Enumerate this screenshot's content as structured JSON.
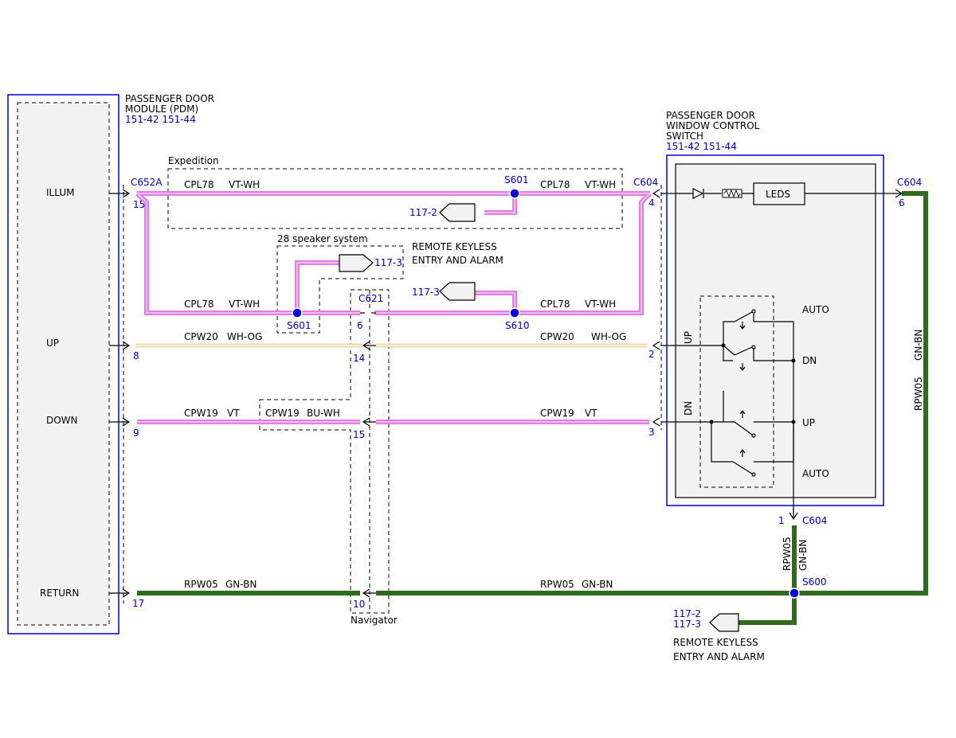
{
  "modules": {
    "pdm": {
      "title1": "PASSENGER DOOR",
      "title2": "MODULE (PDM)",
      "ref": "151-42  151-44"
    },
    "switch": {
      "title1": "PASSENGER DOOR",
      "title2": "WINDOW CONTROL",
      "title3": "SWITCH",
      "ref": "151-42  151-44",
      "leds": "LEDS"
    }
  },
  "pins": {
    "illum": "ILLUM",
    "up": "UP",
    "down": "DOWN",
    "return": "RETURN"
  },
  "connectors": {
    "c652a": "C652A",
    "c604_left": "C604",
    "c604_right": "C604",
    "c604_bottom": "C604",
    "c621": "C621",
    "p15": "15",
    "p8": "8",
    "p9": "9",
    "p17": "17",
    "p4": "4",
    "p2": "2",
    "p3": "3",
    "p6r": "6",
    "p1": "1",
    "p6": "6",
    "p14": "14",
    "p15b": "15",
    "p10": "10"
  },
  "options": {
    "expedition": "Expedition",
    "speaker": "28 speaker system",
    "navigator": "Navigator"
  },
  "wires": {
    "cpl78": "CPL78",
    "vtwh": "VT-WH",
    "cpw20": "CPW20",
    "whog": "WH-OG",
    "cpw19": "CPW19",
    "vt": "VT",
    "buwh": "BU-WH",
    "rpw05": "RPW05",
    "gnbn": "GN-BN"
  },
  "splices": {
    "s601a": "S601",
    "s601b": "S601",
    "s610": "S610",
    "s600": "S600"
  },
  "refs": {
    "r1172": "117-2",
    "r1173a": "117-3",
    "r1173b": "117-3",
    "r1172b": "117-2",
    "r1173c": "117-3"
  },
  "rke": {
    "line1": "REMOTE KEYLESS",
    "line2": "ENTRY AND ALARM"
  },
  "switch_labels": {
    "auto1": "AUTO",
    "dn": "DN",
    "up": "UP",
    "auto2": "AUTO",
    "side_up": "UP",
    "side_dn": "DN"
  }
}
